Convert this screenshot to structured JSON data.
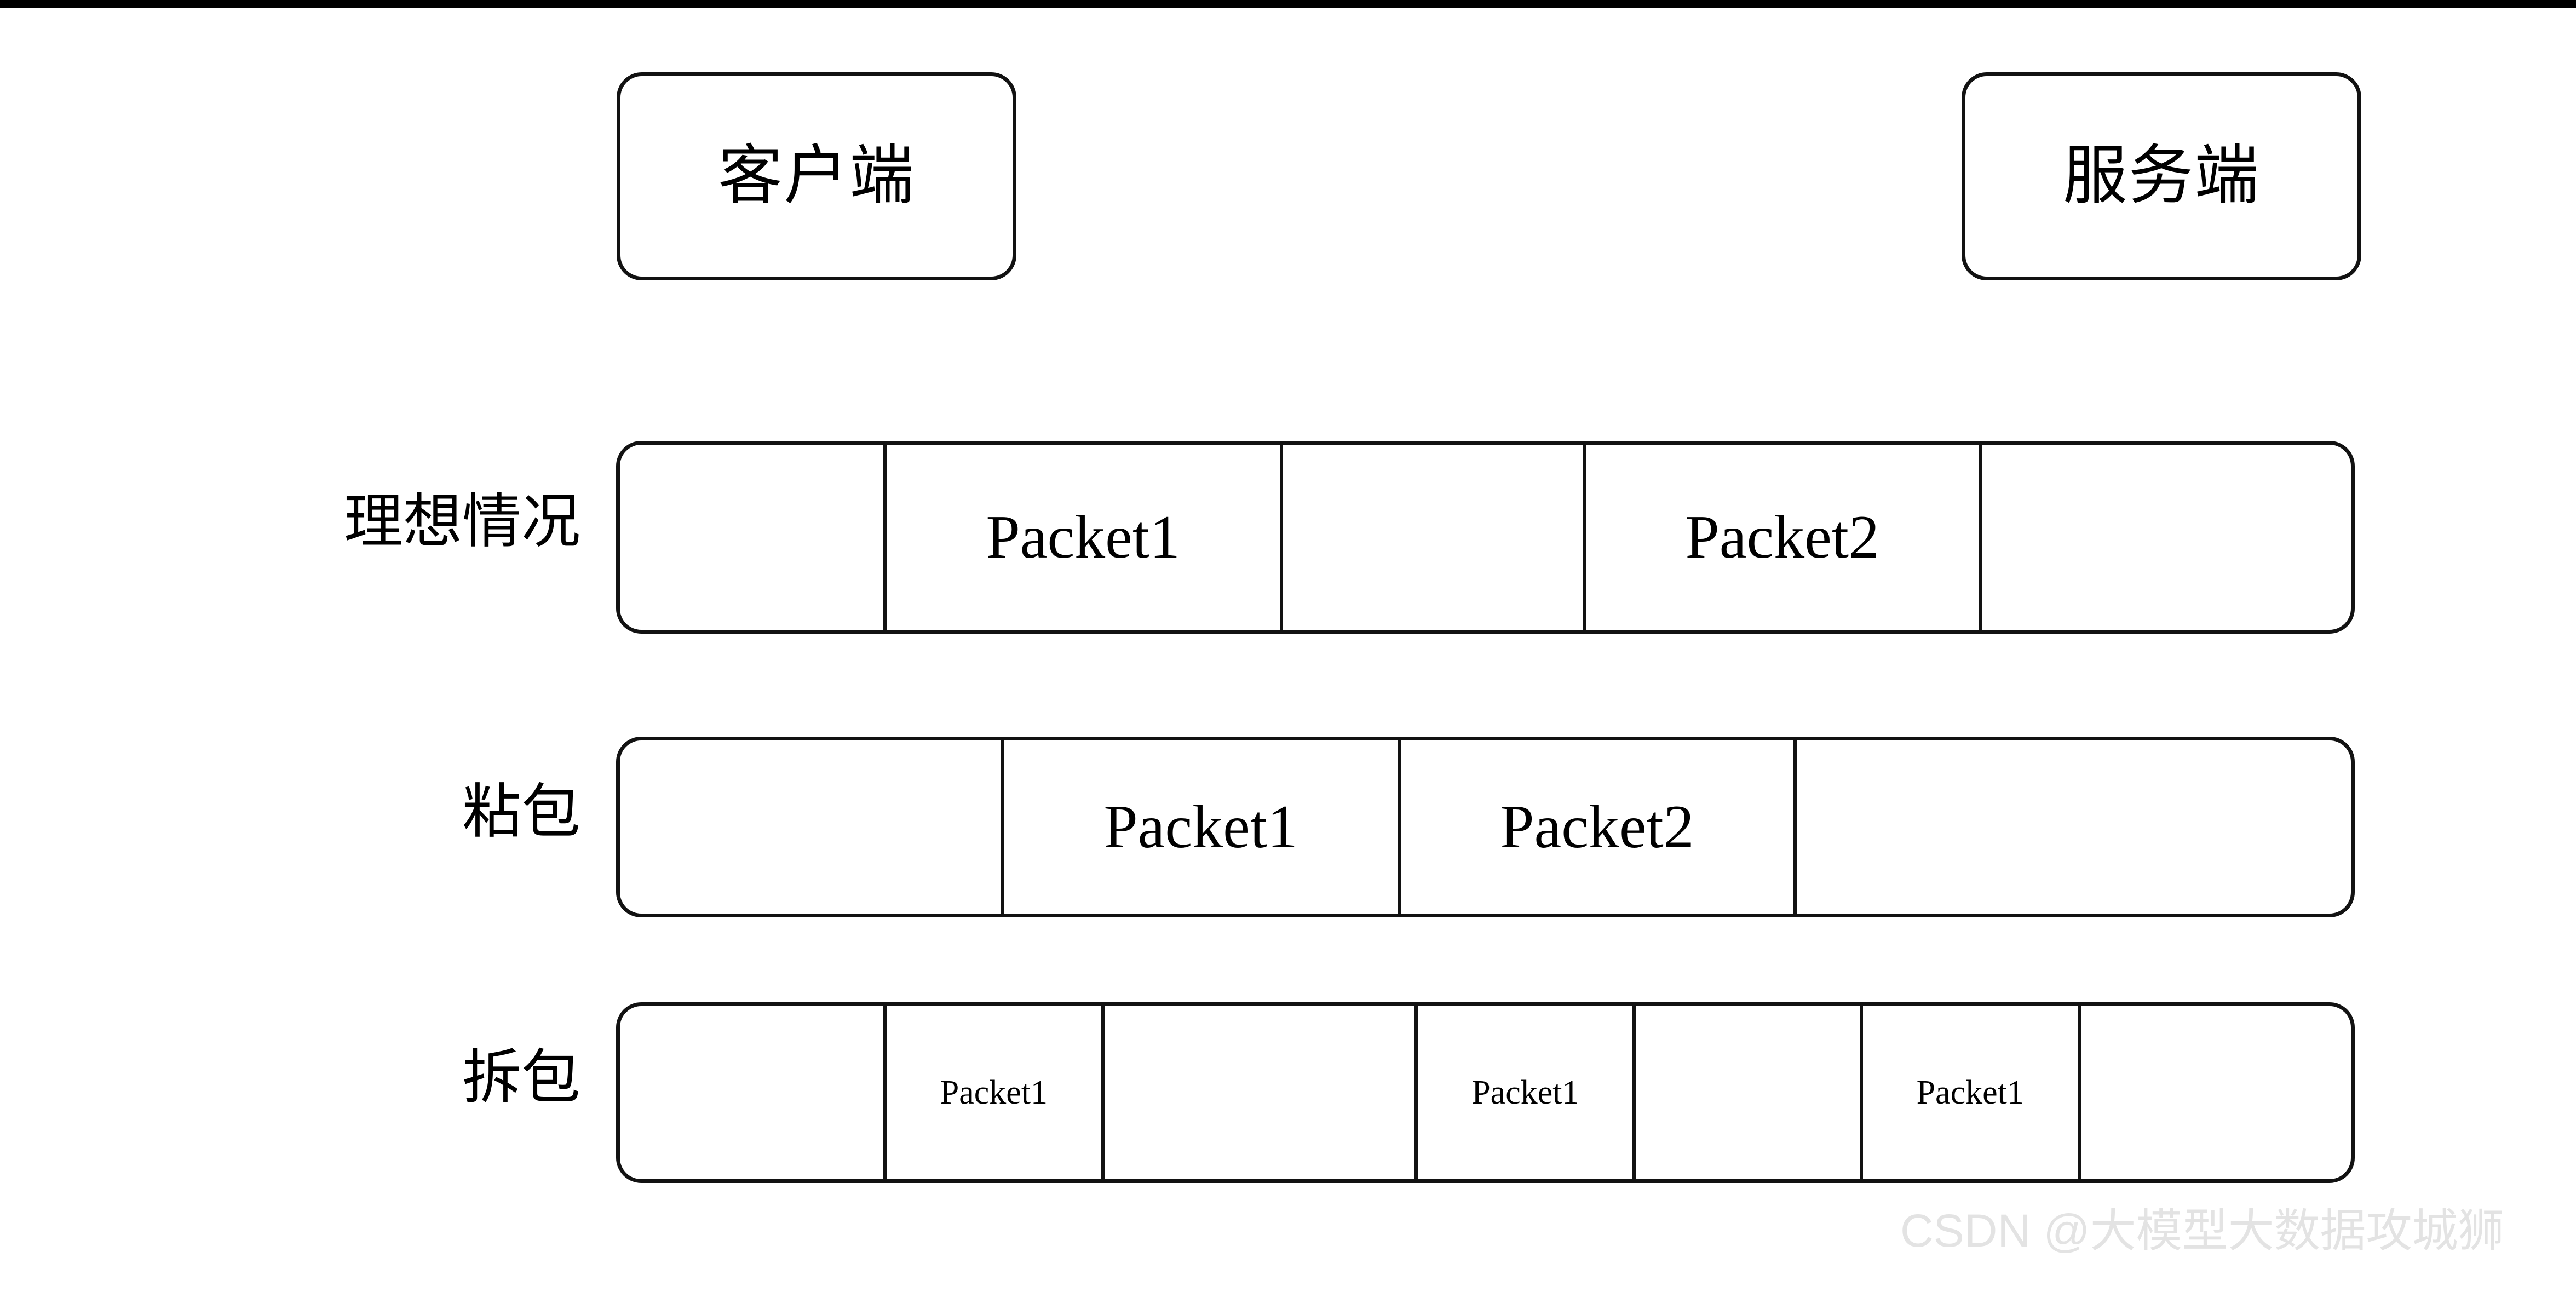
{
  "diagram": {
    "title": "TCP packet sticking and splitting diagram",
    "background_color": "#ffffff",
    "stroke_color": "#121212"
  },
  "nodes": {
    "client": {
      "label": "客户端"
    },
    "server": {
      "label": "服务端"
    }
  },
  "rows": [
    {
      "id": "ideal",
      "label": "理想情况",
      "text_size": "large",
      "cells": [
        {
          "text": "",
          "width_pct": 15.4
        },
        {
          "text": "Packet1",
          "width_pct": 22.9
        },
        {
          "text": "",
          "width_pct": 17.5
        },
        {
          "text": "Packet2",
          "width_pct": 22.9
        },
        {
          "text": "",
          "width_pct": 21.3
        }
      ]
    },
    {
      "id": "sticky",
      "label": "粘包",
      "text_size": "large",
      "cells": [
        {
          "text": "",
          "width_pct": 22.2
        },
        {
          "text": "Packet1",
          "width_pct": 22.9
        },
        {
          "text": "Packet2",
          "width_pct": 22.9
        },
        {
          "text": "",
          "width_pct": 32.0
        }
      ]
    },
    {
      "id": "split",
      "label": "拆包",
      "text_size": "small",
      "cells": [
        {
          "text": "",
          "width_pct": 15.4
        },
        {
          "text": "Packet1",
          "width_pct": 12.6
        },
        {
          "text": "",
          "width_pct": 18.1
        },
        {
          "text": "Packet1",
          "width_pct": 12.6
        },
        {
          "text": "",
          "width_pct": 13.1
        },
        {
          "text": "Packet1",
          "width_pct": 12.6
        },
        {
          "text": "",
          "width_pct": 15.6
        }
      ]
    }
  ],
  "watermark": {
    "text": "CSDN @大模型大数据攻城狮",
    "color": "#e3e3e3"
  }
}
